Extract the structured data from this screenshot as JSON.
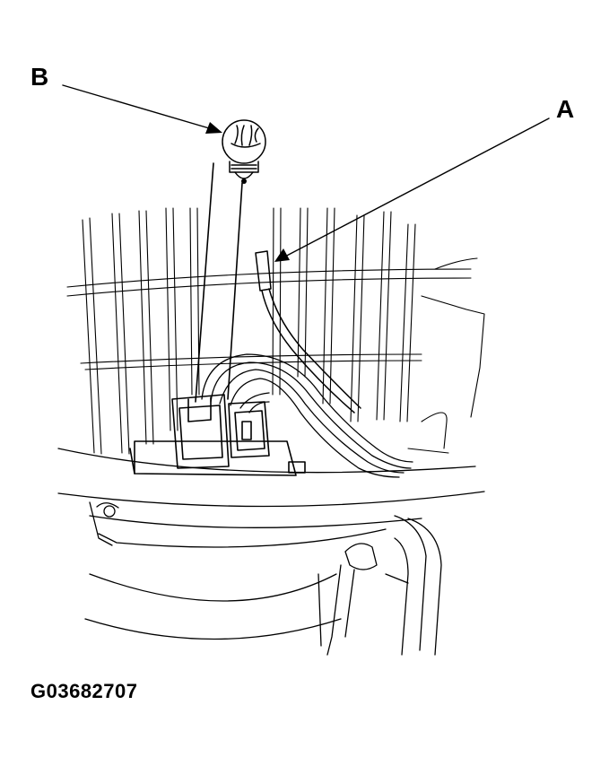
{
  "figure": {
    "callouts": {
      "a": "A",
      "b": "B"
    },
    "figure_code": "G03682707"
  }
}
